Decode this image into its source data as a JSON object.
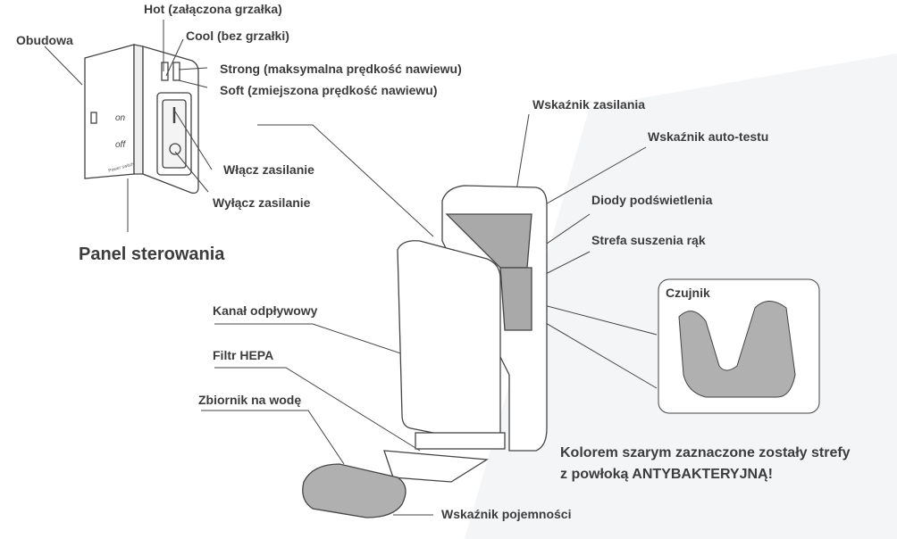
{
  "labels": {
    "hot": "Hot (załączona grzałka)",
    "cool": "Cool (bez grzałki)",
    "housing": "Obudowa",
    "strong": "Strong (maksymalna prędkość nawiewu)",
    "soft": "Soft (zmiejszona prędkość nawiewu)",
    "power_on": "Włącz zasilanie",
    "power_off": "Wyłącz zasilanie",
    "control_panel": "Panel sterowania",
    "power_indicator": "Wskaźnik zasilania",
    "self_test_indicator": "Wskaźnik auto-testu",
    "backlight_leds": "Diody podświetlenia",
    "drying_zone": "Strefa suszenia rąk",
    "sensor": "Czujnik",
    "drain_channel": "Kanał odpływowy",
    "hepa_filter": "Filtr HEPA",
    "water_tank": "Zbiornik na wodę",
    "capacity_indicator": "Wskaźnik pojemności"
  },
  "panel": {
    "on": "on",
    "off": "off",
    "switch_caption": "Power switch"
  },
  "note": {
    "line1": "Kolorem szarym zaznaczone zostały strefy",
    "line2": "z powłoką ANTYBAKTERYJNĄ!"
  },
  "colors": {
    "text": "#3c3c3c",
    "antibacterial_zone": "#a9a9a9",
    "background_tint": "#f3f4f6"
  }
}
